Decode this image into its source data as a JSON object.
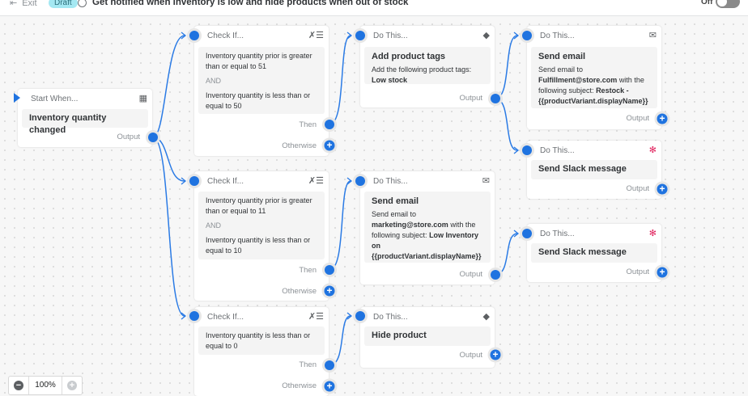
{
  "topbar": {
    "exit": "Exit",
    "status": "Draft",
    "title": "Get notified when inventory is low and hide products when out of stock",
    "toggle_label": "Off",
    "toggle_on": false
  },
  "start": {
    "header": "Start When...",
    "title": "Inventory quantity changed",
    "output": "Output",
    "icon": "store-icon"
  },
  "checks": [
    {
      "header": "Check If...",
      "cond1": "Inventory quantity prior is greater than or equal to 51",
      "and": "AND",
      "cond2": "Inventory quantity is less than or equal to 50",
      "then": "Then",
      "otherwise": "Otherwise"
    },
    {
      "header": "Check If...",
      "cond1": "Inventory quantity prior is greater than or equal to 11",
      "and": "AND",
      "cond2": "Inventory quantity is less than or equal to 10",
      "then": "Then",
      "otherwise": "Otherwise"
    },
    {
      "header": "Check If...",
      "cond1": "Inventory quantity is less than or equal to 0",
      "then": "Then",
      "otherwise": "Otherwise"
    }
  ],
  "actions": {
    "tags": {
      "header": "Do This...",
      "title": "Add product tags",
      "text": "Add the following product tags:",
      "bold": "Low stock",
      "output": "Output",
      "icon": "tag-icon"
    },
    "email_marketing": {
      "header": "Do This...",
      "title": "Send email",
      "t1": "Send email to",
      "b1": "marketing@store.com",
      "t2": "with the following subject:",
      "b2": "Low Inventory on {{productVariant.displayName}}",
      "output": "Output",
      "icon": "mail-icon"
    },
    "hide": {
      "header": "Do This...",
      "title": "Hide product",
      "output": "Output",
      "icon": "tag-icon"
    },
    "email_fulfillment": {
      "header": "Do This...",
      "title": "Send email",
      "t1": "Send email to",
      "b1": "Fulfillment@store.com",
      "t2": "with the following subject:",
      "b2": "Restock - {{productVariant.displayName}}",
      "output": "Output",
      "icon": "mail-icon"
    },
    "slack1": {
      "header": "Do This...",
      "title": "Send Slack message",
      "output": "Output",
      "icon": "slack-icon"
    },
    "slack2": {
      "header": "Do This...",
      "title": "Send Slack message",
      "output": "Output",
      "icon": "slack-icon"
    }
  },
  "zoom": {
    "value": "100%"
  },
  "colors": {
    "accent": "#1f73e0",
    "badge": "#a4e8f2"
  }
}
